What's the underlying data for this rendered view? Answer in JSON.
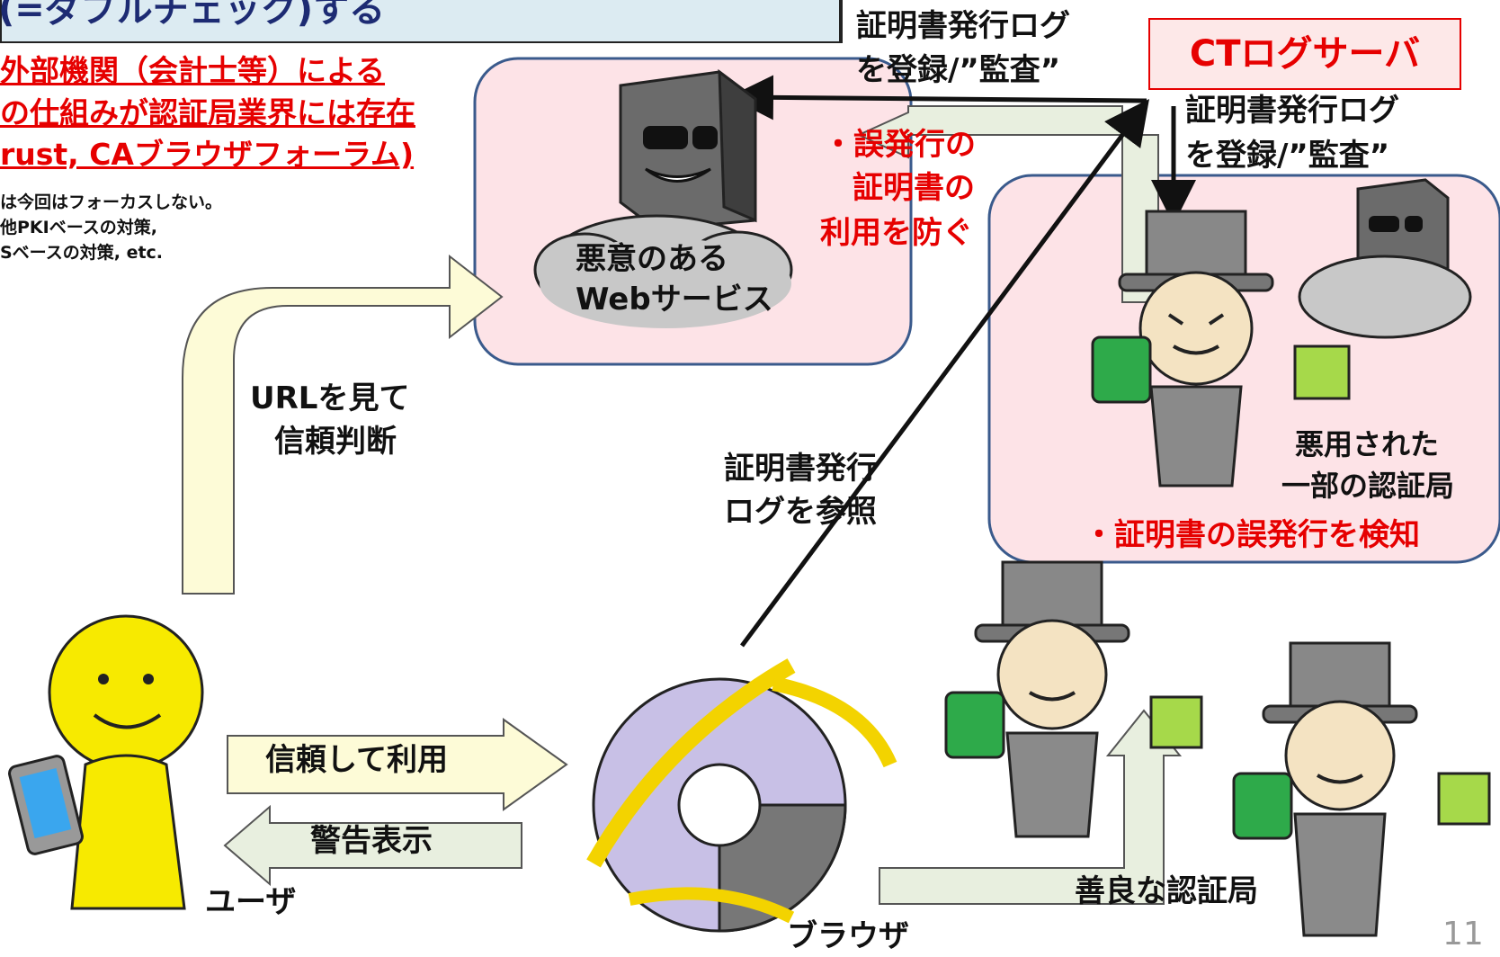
{
  "slide": {
    "title": "(=ダブルチェック)する",
    "red_lines": [
      "外部機関（会計士等）による",
      "の仕組みが認証局業界には存在",
      "rust, CAブラウザフォーラム)"
    ],
    "notes": [
      "は今回はフォーカスしない。",
      "他PKIベースの対策,",
      "Sベースの対策, etc."
    ],
    "page_number": "11"
  },
  "labels": {
    "ct_server": "CTログサーバ",
    "log_register_1": [
      "証明書発行ログ",
      "を登録/”監査”"
    ],
    "log_register_2": [
      "証明書発行ログ",
      "を登録/”監査”"
    ],
    "malicious_web": [
      "悪意のある",
      "Webサービス"
    ],
    "prevent": [
      "・誤発行の",
      "証明書の",
      "利用を防ぐ"
    ],
    "url_trust": [
      "URLを見て",
      "信頼判断"
    ],
    "log_refer": [
      "証明書発行",
      "ログを参照"
    ],
    "abused_ca": [
      "悪用された",
      "一部の認証局"
    ],
    "detect": "・証明書の誤発行を検知",
    "trust_use": "信頼して利用",
    "warning": "警告表示",
    "user": "ユーザ",
    "browser": "ブラウザ",
    "good_ca": "善良な認証局"
  },
  "colors": {
    "accent_red": "#e60000",
    "title_navy": "#1d2b73",
    "arrow_fill": "#fdfbd7",
    "return_arrow_fill": "#e8efdf",
    "pink_panel": "#fde3e7",
    "panel_border": "#3a5a8c"
  }
}
